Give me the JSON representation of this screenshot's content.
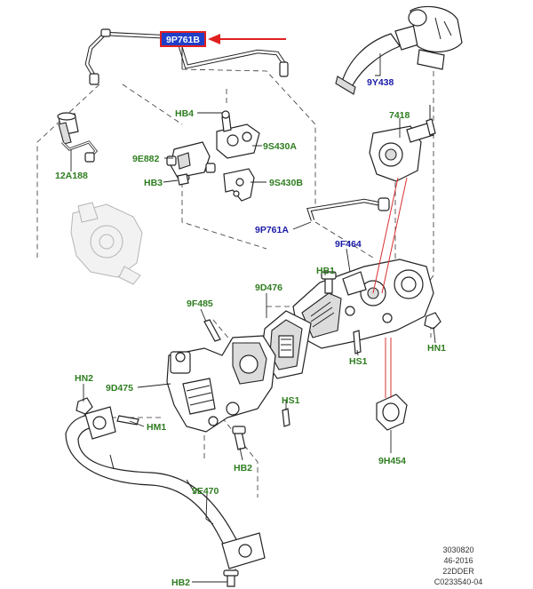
{
  "colors": {
    "green_label": "#2e7d1f",
    "blue_label": "#1a1aa8",
    "highlight_fill": "#1f3fc8",
    "highlight_border": "#e02020",
    "arrow": "#e02020"
  },
  "highlight": {
    "label": "9P761B"
  },
  "labels": {
    "9Y438": "9Y438",
    "HB4": "HB4",
    "7418": "7418",
    "9E882": "9E882",
    "9S430A": "9S430A",
    "12A188": "12A188",
    "HB3": "HB3",
    "9S430B": "9S430B",
    "9P761A": "9P761A",
    "9F464": "9F464",
    "HB1": "HB1",
    "9D476": "9D476",
    "9F485": "9F485",
    "HN1": "HN1",
    "HS1": "HS1",
    "HN2": "HN2",
    "9D475": "9D475",
    "HM1": "HM1",
    "HS1b": "HS1",
    "HB2": "HB2",
    "9H454": "9H454",
    "9E470": "9E470",
    "HB2b": "HB2"
  },
  "footer": {
    "line1": "3030820",
    "line2": "46-2016",
    "line3": "22DDER",
    "line4": "C0233540-04"
  }
}
